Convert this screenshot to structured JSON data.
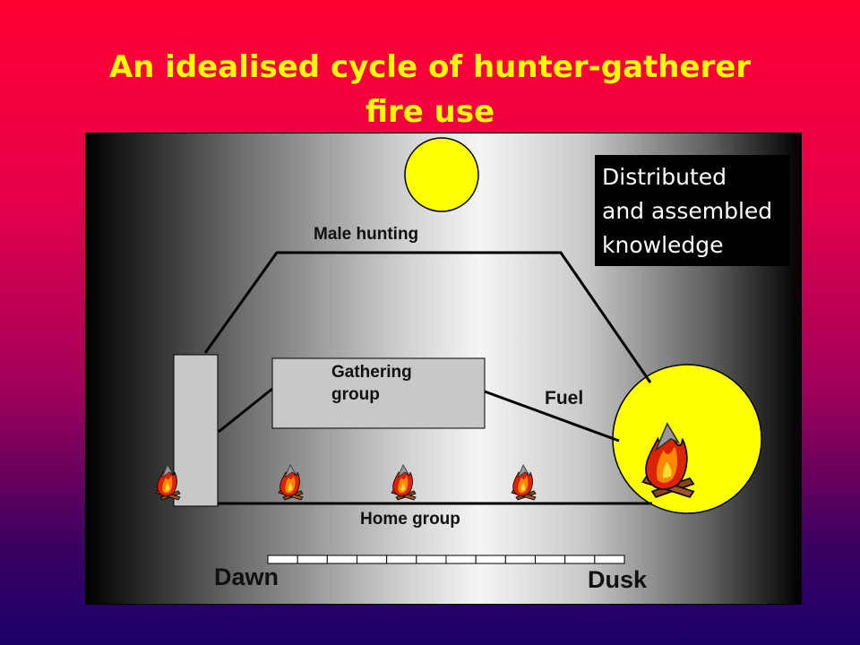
{
  "title": {
    "line1": "An idealised cycle of hunter-gatherer",
    "line2": "fire use"
  },
  "callout": {
    "line1": "Distributed",
    "line2": "and assembled",
    "line3": "knowledge"
  },
  "labels": {
    "male_hunting": "Male hunting",
    "gathering_group_line1": "Gathering",
    "gathering_group_line2": "group",
    "fuel": "Fuel",
    "home_group": "Home group",
    "dawn": "Dawn",
    "dusk": "Dusk"
  },
  "timeline": {
    "segments": 12
  },
  "colors": {
    "title": "#ffff00",
    "sun": "#ffff00",
    "firelight": "#ffff00",
    "boxes": "#c8c8c8"
  },
  "icons": [
    "sun-icon",
    "campfire-icon"
  ]
}
